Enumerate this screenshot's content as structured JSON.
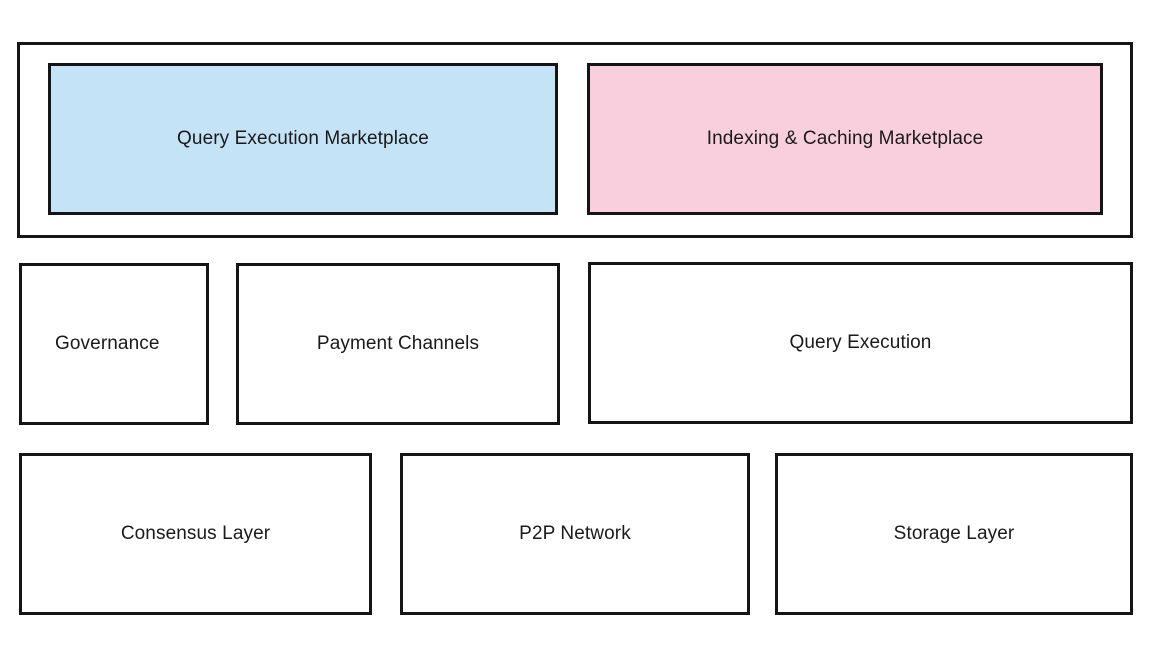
{
  "diagram": {
    "layers": [
      {
        "name": "marketplace-layer",
        "type": "group",
        "nodes": [
          {
            "id": "query-marketplace",
            "label": "Query Execution Marketplace",
            "fill": "#c5e3f6",
            "stroke": "#151515"
          },
          {
            "id": "indexing-marketplace",
            "label": "Indexing & Caching Marketplace",
            "fill": "#f9cfdd",
            "stroke": "#151515"
          }
        ]
      },
      {
        "name": "services-layer",
        "type": "row",
        "nodes": [
          {
            "id": "governance",
            "label": "Governance",
            "fill": "#ffffff",
            "stroke": "#151515"
          },
          {
            "id": "payment-channels",
            "label": "Payment Channels",
            "fill": "#ffffff",
            "stroke": "#151515"
          },
          {
            "id": "query-execution",
            "label": "Query Execution",
            "fill": "#ffffff",
            "stroke": "#151515"
          }
        ]
      },
      {
        "name": "infrastructure-layer",
        "type": "row",
        "nodes": [
          {
            "id": "consensus-layer",
            "label": "Consensus Layer",
            "fill": "#ffffff",
            "stroke": "#151515"
          },
          {
            "id": "p2p-network",
            "label": "P2P Network",
            "fill": "#ffffff",
            "stroke": "#151515"
          },
          {
            "id": "storage-layer",
            "label": "Storage Layer",
            "fill": "#ffffff",
            "stroke": "#151515"
          }
        ]
      }
    ],
    "colors": {
      "background": "#ffffff",
      "stroke": "#151515",
      "text": "#1a1a1a",
      "accent_blue": "#c5e3f6",
      "accent_pink": "#f9cfdd"
    }
  }
}
